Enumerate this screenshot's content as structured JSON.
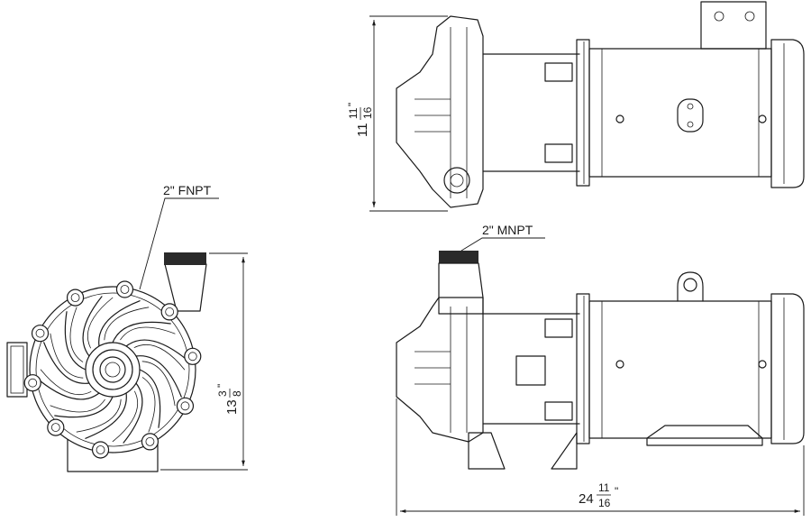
{
  "labels": {
    "fnpt": "2\" FNPT",
    "mnpt": "2\" MNPT"
  },
  "dimensions": {
    "height_front": {
      "whole": "13",
      "num": "3",
      "den": "8",
      "unit": "\""
    },
    "height_top": {
      "whole": "11",
      "num": "11",
      "den": "16",
      "unit": "\""
    },
    "length_side": {
      "whole": "24",
      "num": "11",
      "den": "16",
      "unit": "\""
    }
  },
  "views": {
    "front_view_icon": "pump-front-view",
    "top_view_icon": "pump-top-view",
    "side_view_icon": "pump-side-view"
  }
}
